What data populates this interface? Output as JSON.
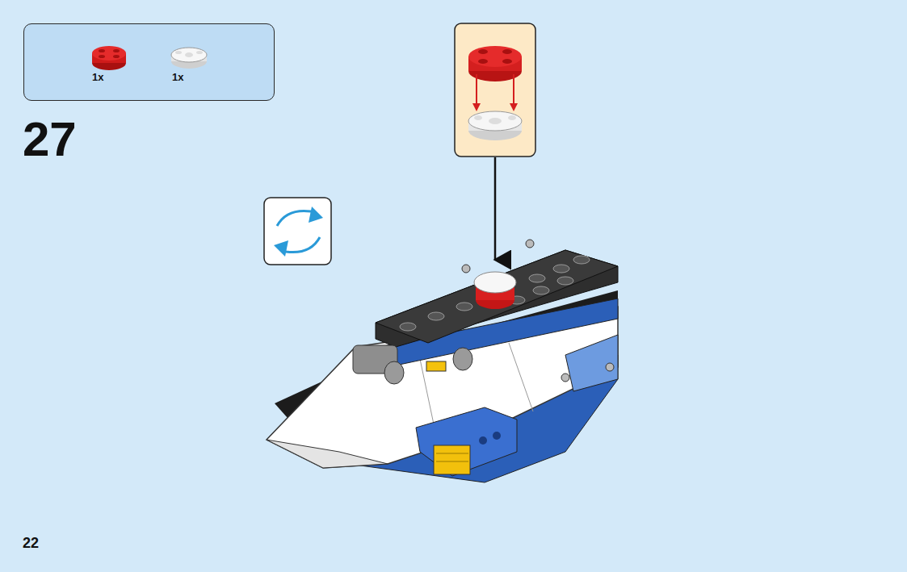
{
  "diagram": {
    "nodes": [
      {
        "text": [
          "1x",
          "1x"
        ]
      }
    ],
    "labels": [
      "27",
      "22"
    ]
  }
}
